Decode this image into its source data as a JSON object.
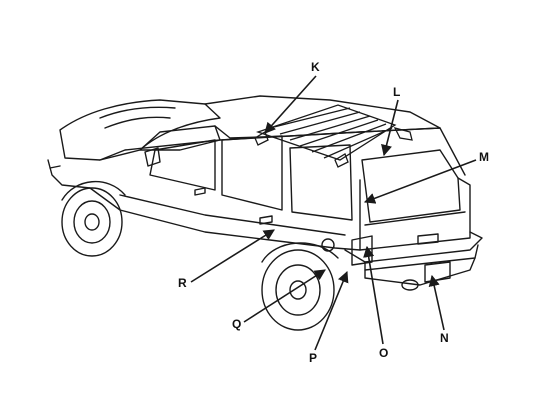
{
  "figure": {
    "callouts": [
      {
        "id": "K",
        "label": "K"
      },
      {
        "id": "L",
        "label": "L"
      },
      {
        "id": "M",
        "label": "M"
      },
      {
        "id": "N",
        "label": "N"
      },
      {
        "id": "O",
        "label": "O"
      },
      {
        "id": "P",
        "label": "P"
      },
      {
        "id": "Q",
        "label": "Q"
      },
      {
        "id": "R",
        "label": "R"
      }
    ],
    "colors": {
      "line": "#1a1a1a",
      "background": "#ffffff"
    }
  }
}
